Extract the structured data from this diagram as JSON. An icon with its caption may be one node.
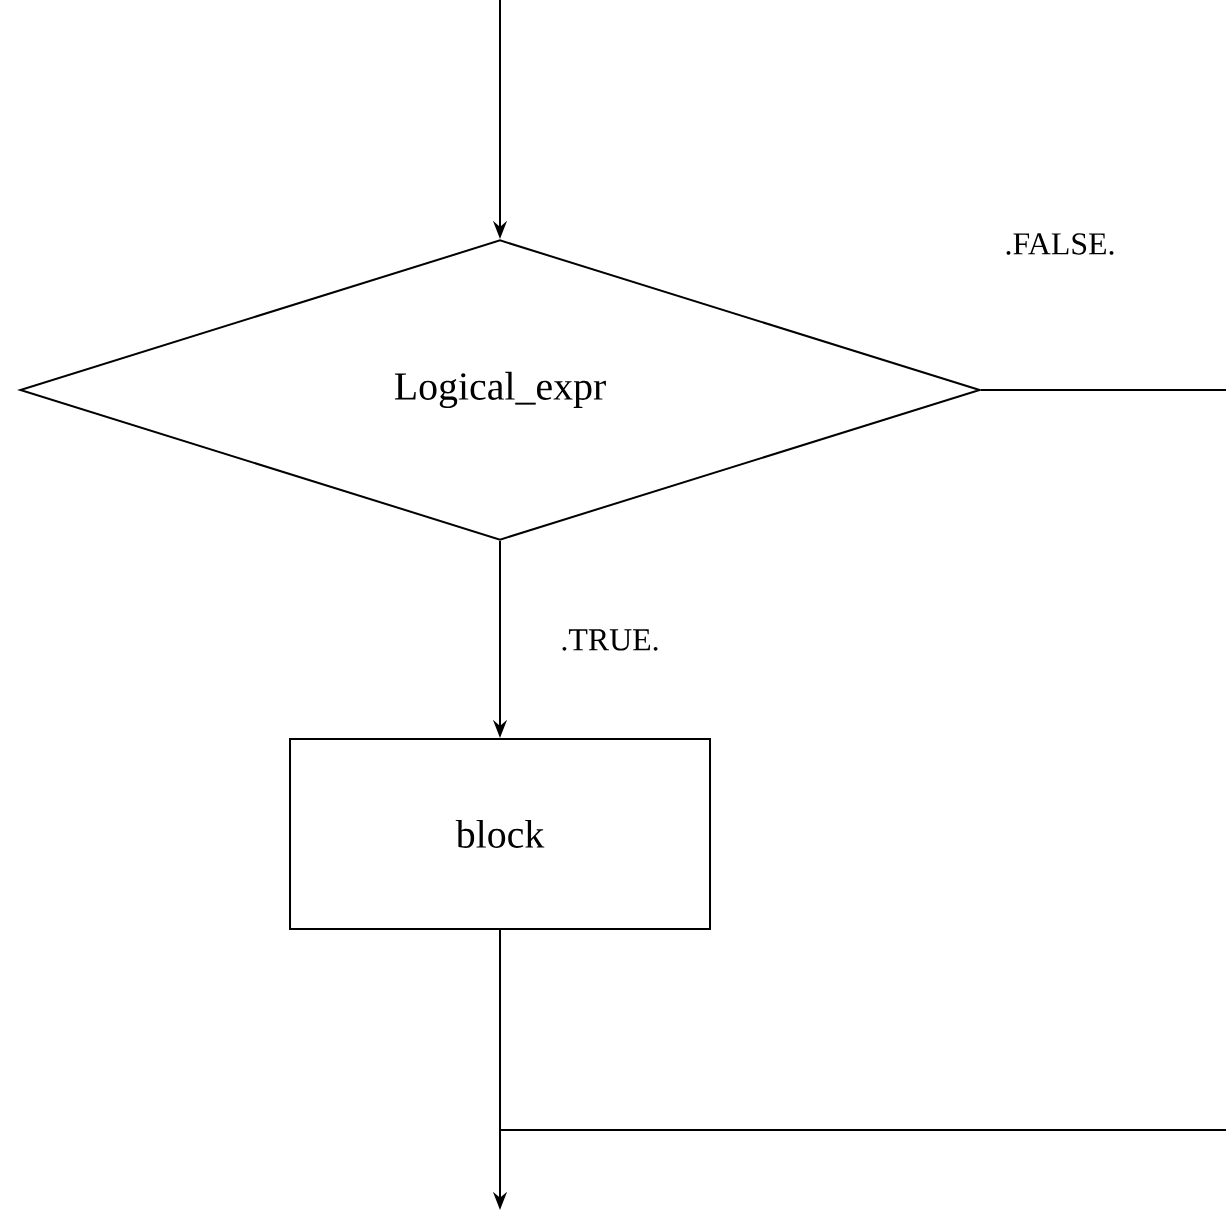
{
  "diagram": {
    "nodes": [
      {
        "text": [
          "Logical_expr"
        ]
      },
      {
        "text": [
          "block"
        ]
      }
    ],
    "edges": [
      {
        "from": null,
        "to": 0,
        "arrow": "to"
      },
      {
        "from": 0,
        "to": null,
        "arrow": "none",
        "label": ".FALSE."
      },
      {
        "from": 0,
        "to": 1,
        "arrow": "to",
        "label": ".TRUE."
      },
      {
        "from": 1,
        "to": null,
        "arrow": "to"
      }
    ]
  }
}
